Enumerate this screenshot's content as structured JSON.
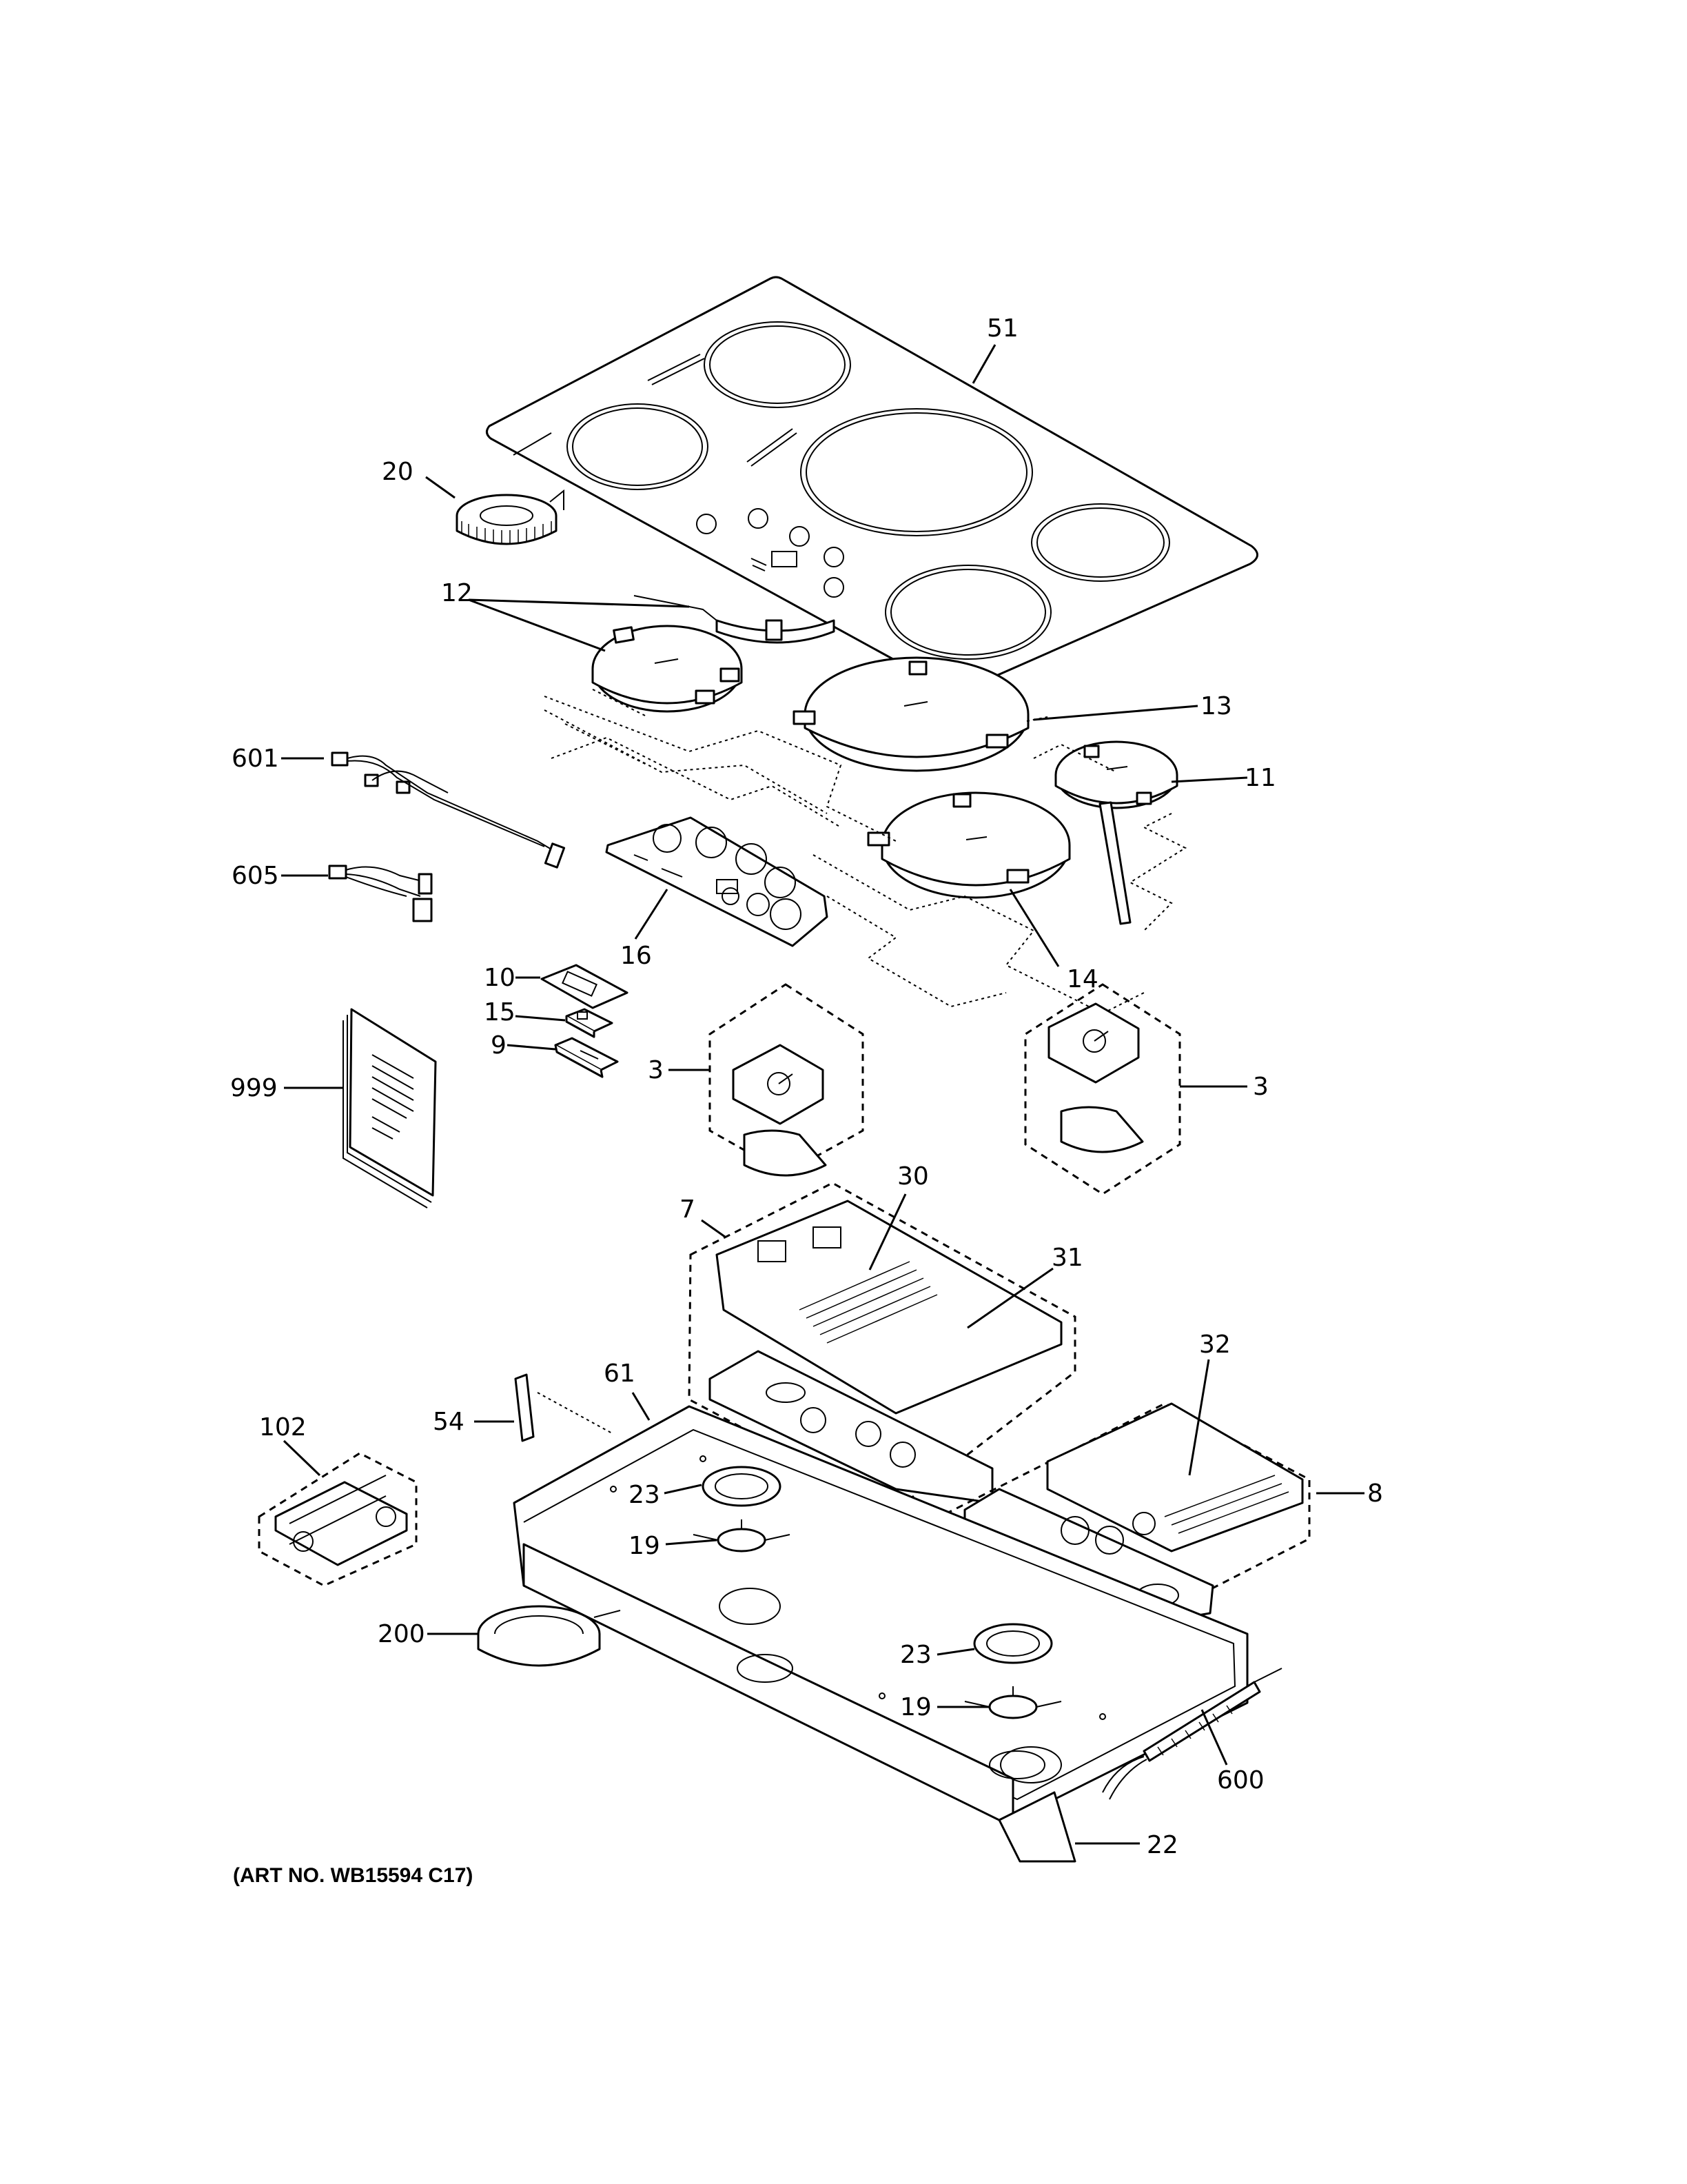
{
  "diagram": {
    "art_number": "(ART NO. WB15594 C17)",
    "callouts": {
      "c51": "51",
      "c20": "20",
      "c12": "12",
      "c13": "13",
      "c11": "11",
      "c601": "601",
      "c605": "605",
      "c16": "16",
      "c14": "14",
      "c10": "10",
      "c15": "15",
      "c9": "9",
      "c999": "999",
      "c3_left": "3",
      "c3_right": "3",
      "c30": "30",
      "c7": "7",
      "c31": "31",
      "c32": "32",
      "c61": "61",
      "c102": "102",
      "c54": "54",
      "c23_upper": "23",
      "c8": "8",
      "c19_upper": "19",
      "c200": "200",
      "c23_lower": "23",
      "c19_lower": "19",
      "c600": "600",
      "c22": "22"
    }
  }
}
